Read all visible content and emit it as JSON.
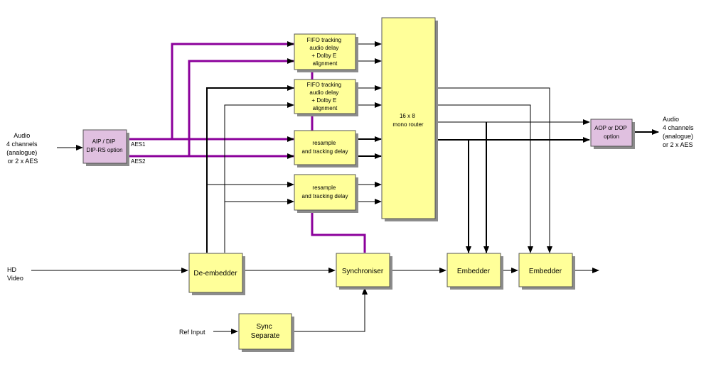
{
  "blocks": {
    "fifo1": [
      "FIFO tracking",
      "audio delay",
      "+ Dolby E",
      "alignment"
    ],
    "fifo2": [
      "FIFO tracking",
      "audio delay",
      "+ Dolby E",
      "alignment"
    ],
    "resample1": [
      "resample",
      "and tracking delay"
    ],
    "resample2": [
      "resample",
      "and tracking delay"
    ],
    "router": [
      "16 x 8",
      "mono router"
    ],
    "aip": [
      "AIP / DIP",
      "DIP-RS option"
    ],
    "aop": [
      "AOP or DOP",
      "option"
    ],
    "deembedder": "De-embedder",
    "synchroniser": "Synchroniser",
    "embedder1": "Embedder",
    "embedder2": "Embedder",
    "sync_separate": [
      "Sync",
      "Separate"
    ]
  },
  "labels": {
    "audio_in": [
      "Audio",
      "4 channels",
      "(analogue)",
      "or 2 x AES"
    ],
    "audio_out": [
      "Audio",
      "4 channels",
      "(analogue)",
      "or 2 x AES"
    ],
    "aes1": "AES1",
    "aes2": "AES2",
    "hd_video": [
      "HD",
      "Video"
    ],
    "ref_input": "Ref Input"
  },
  "colors": {
    "block_fill": "#ffff99",
    "option_fill": "#e0c0e0",
    "aes_wire": "#8b009b",
    "shadow": "#8c8c8c"
  }
}
